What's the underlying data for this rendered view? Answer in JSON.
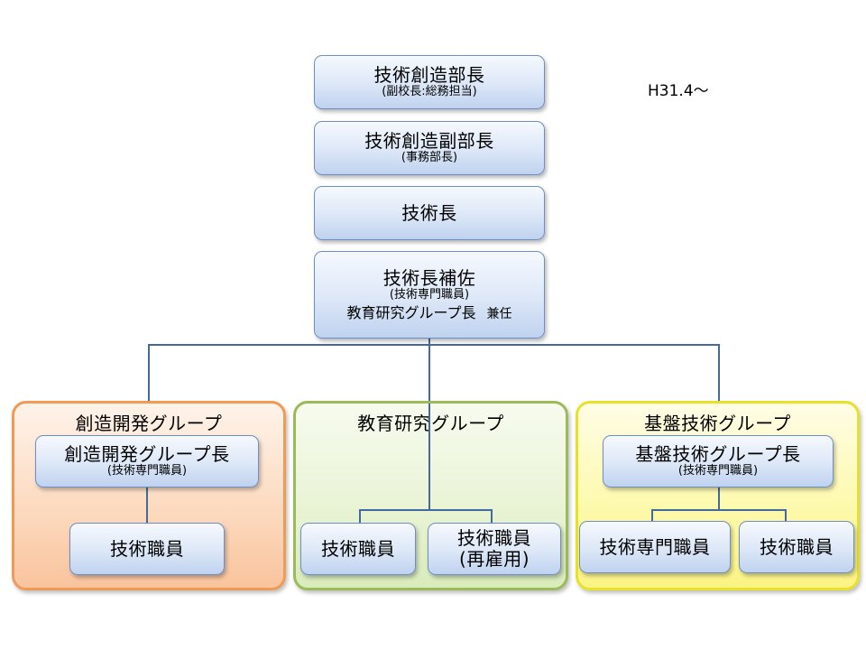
{
  "period": "H31.4～",
  "top": [
    {
      "title": "技術創造部長",
      "sub": "(副校長:総務担当)"
    },
    {
      "title": "技術創造副部長",
      "sub": "(事務部長)"
    },
    {
      "title": "技術長"
    },
    {
      "title": "技術長補佐",
      "sub": "(技術専門職員)",
      "extra": "教育研究グループ長",
      "extra_note": "兼任"
    }
  ],
  "groups": {
    "sozo": {
      "title": "創造開発グループ",
      "leader": {
        "title": "創造開発グループ長",
        "sub": "(技術専門職員)"
      },
      "members": [
        "技術職員"
      ]
    },
    "kyoiku": {
      "title": "教育研究グループ",
      "members": [
        "技術職員",
        "技術職員",
        "(再雇用)"
      ]
    },
    "kiban": {
      "title": "基盤技術グループ",
      "leader": {
        "title": "基盤技術グループ長",
        "sub": "(技術専門職員)"
      },
      "members": [
        "技術専門職員",
        "技術職員"
      ]
    }
  }
}
